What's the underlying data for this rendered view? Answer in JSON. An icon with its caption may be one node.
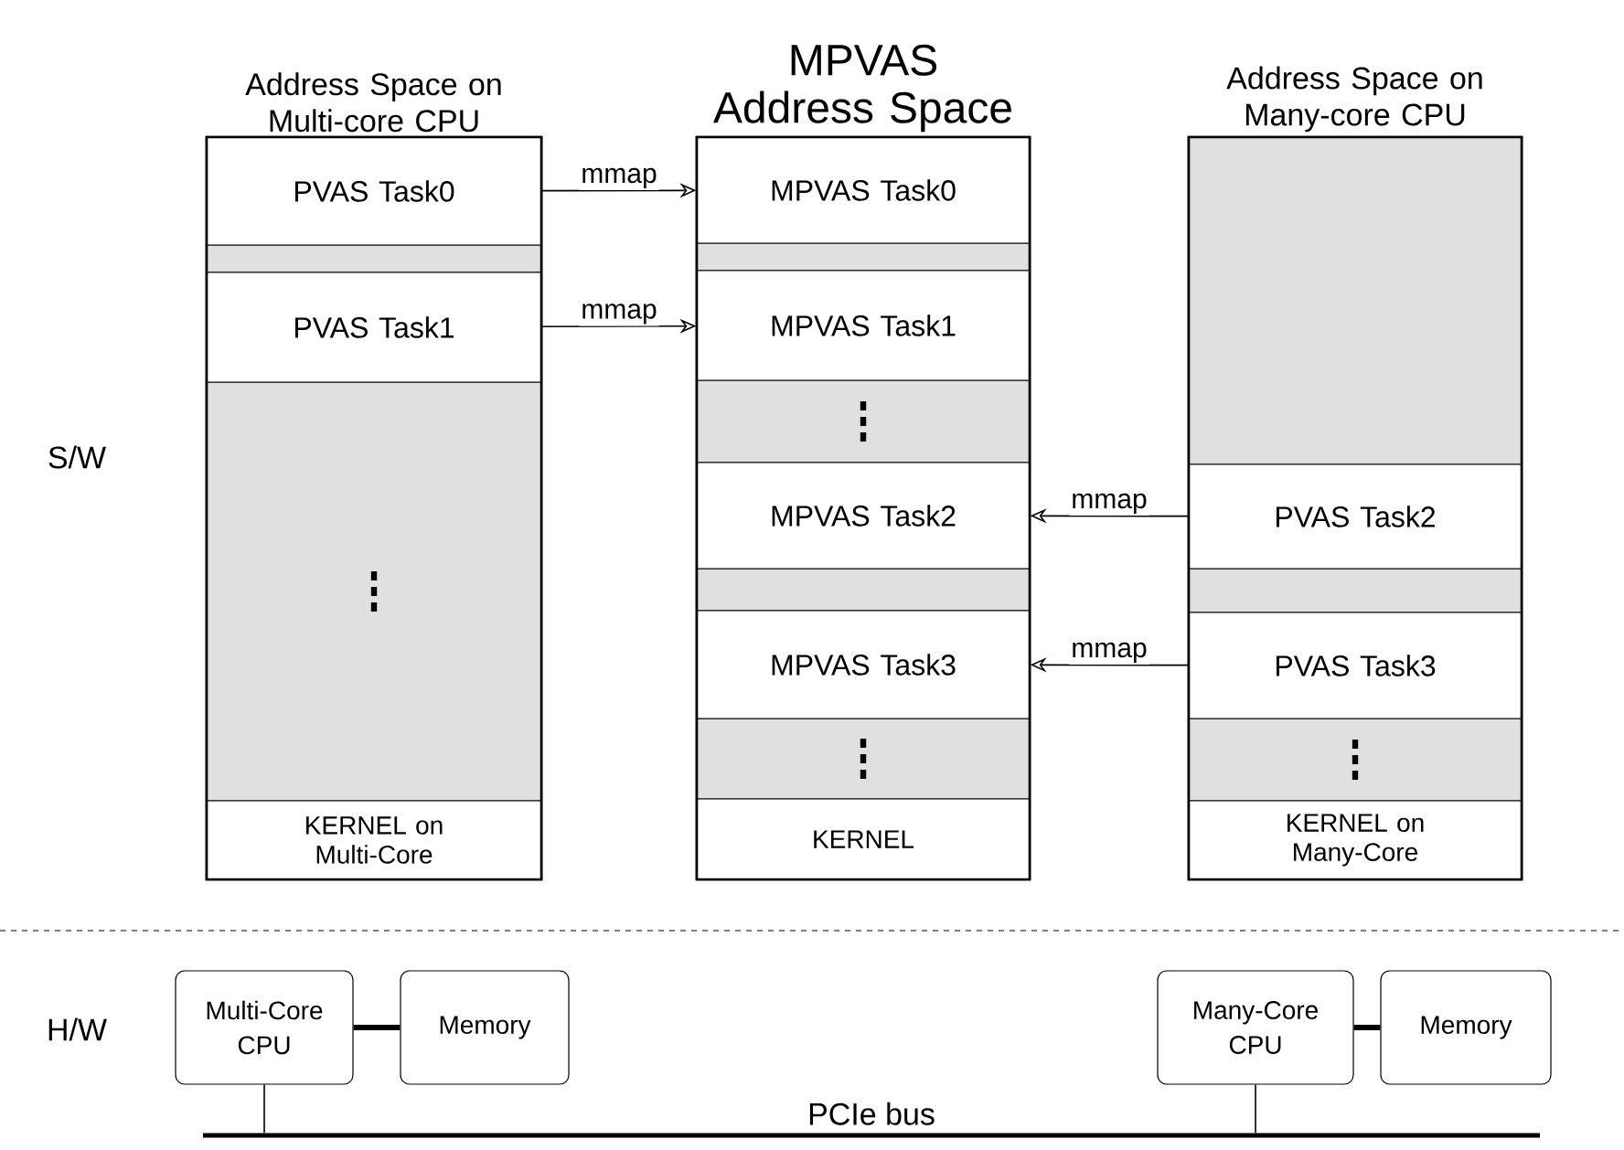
{
  "diagram": {
    "nodes": [
      {
        "text": [
          "Address Space on Multi-core CPU"
        ]
      },
      {
        "text": [
          "PVAS Task0"
        ],
        "in": 0
      },
      {
        "text": [
          "PVAS Task1"
        ],
        "in": 0
      },
      {
        "text": [
          "KERNEL on Multi-Core"
        ],
        "in": 0
      },
      {
        "text": [
          "MPVAS Address Space"
        ]
      },
      {
        "text": [
          "MPVAS Task0"
        ],
        "in": 4
      },
      {
        "text": [
          "MPVAS Task1"
        ],
        "in": 4
      },
      {
        "text": [
          "MPVAS Task2"
        ],
        "in": 4
      },
      {
        "text": [
          "MPVAS Task3"
        ],
        "in": 4
      },
      {
        "text": [
          "KERNEL"
        ],
        "in": 4
      },
      {
        "text": [
          "Address Space on Many-core CPU"
        ]
      },
      {
        "text": [
          "PVAS Task2"
        ],
        "in": 10
      },
      {
        "text": [
          "PVAS Task3"
        ],
        "in": 10
      },
      {
        "text": [
          "KERNEL on Many-Core"
        ],
        "in": 10
      },
      {
        "text": [
          "Multi-Core CPU"
        ]
      },
      {
        "text": [
          "Memory"
        ]
      },
      {
        "text": [
          "Many-Core CPU"
        ]
      },
      {
        "text": [
          "Memory"
        ]
      },
      {
        "text": [
          "PCIe bus"
        ]
      },
      {
        "text": [],
        "shape": "bar",
        "in": 0
      },
      {
        "text": [],
        "shape": "bar",
        "in": 0
      },
      {
        "text": [],
        "shape": "bar",
        "in": 4
      },
      {
        "text": [],
        "shape": "bar",
        "in": 4
      },
      {
        "text": [],
        "shape": "bar",
        "in": 4
      },
      {
        "text": [],
        "shape": "bar",
        "in": 4
      },
      {
        "text": [],
        "shape": "bar",
        "in": 10
      },
      {
        "text": [],
        "shape": "bar",
        "in": 10
      },
      {
        "text": [],
        "shape": "bar",
        "in": 10
      }
    ],
    "edges": [
      {
        "from": 1,
        "to": 5,
        "arrow": "to",
        "label": "mmap"
      },
      {
        "from": 2,
        "to": 6,
        "arrow": "to",
        "label": "mmap"
      },
      {
        "from": 11,
        "to": 7,
        "arrow": "to",
        "label": "mmap"
      },
      {
        "from": 12,
        "to": 8,
        "arrow": "to",
        "label": "mmap"
      },
      {
        "from": 14,
        "to": 15,
        "arrow": "none",
        "style": "thick"
      },
      {
        "from": 16,
        "to": 17,
        "arrow": "none",
        "style": "thick"
      },
      {
        "from": 14,
        "to": 18,
        "arrow": "none"
      },
      {
        "from": 16,
        "to": 18,
        "arrow": "none"
      }
    ],
    "labels": [
      "S/W",
      "H/W"
    ]
  }
}
